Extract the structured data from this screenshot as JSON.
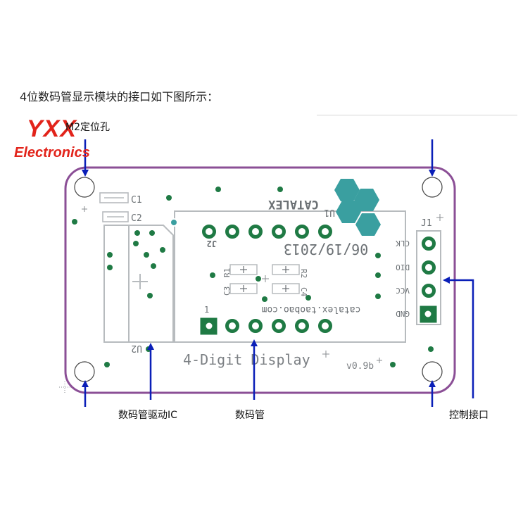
{
  "intro_text": "4位数码管显示模块的接口如下图所示：",
  "watermark": {
    "line1": "YXX",
    "line2": "Electronics"
  },
  "callouts": {
    "mount_hole": "M2定位孔",
    "driver_ic": "数码管驱动IC",
    "display": "数码管",
    "control_port": "控制接口"
  },
  "silkscreen": {
    "brand": "CATALEX",
    "date": "06/19/2013",
    "url": "catalex.taobao.com",
    "title": "4-Digit Display",
    "version": "v0.9b",
    "header_ref": "J1",
    "u1": "U1",
    "u2": "U2",
    "j2": "J2",
    "c1": "C1",
    "c2": "C2",
    "c3": "C3",
    "c4": "C4",
    "r1": "R1",
    "r2": "R2",
    "pin_1": "1",
    "pins": [
      "CLK",
      "DIO",
      "VCC",
      "GND"
    ]
  },
  "colors": {
    "board_outline": "#8b4f96",
    "silk": "#b7bbbe",
    "pad": "#1f7a44",
    "pad_hole": "#f2f2f2",
    "logo": "#3a9fa0",
    "arrow": "#0a1fb8",
    "watermark": "#e2231a"
  }
}
